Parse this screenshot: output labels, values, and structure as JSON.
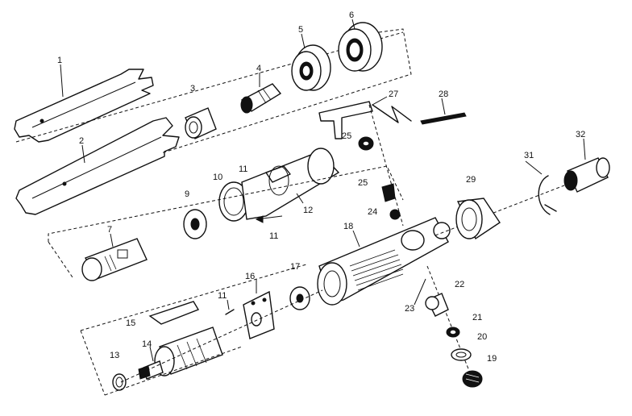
{
  "parts": [
    {
      "key": "p1",
      "label": "1"
    },
    {
      "key": "p2",
      "label": "2"
    },
    {
      "key": "p3",
      "label": "3"
    },
    {
      "key": "p4",
      "label": "4"
    },
    {
      "key": "p5",
      "label": "5"
    },
    {
      "key": "p6",
      "label": "6"
    },
    {
      "key": "p7",
      "label": "7"
    },
    {
      "key": "p9",
      "label": "9"
    },
    {
      "key": "p10",
      "label": "10"
    },
    {
      "key": "p11a",
      "label": "11"
    },
    {
      "key": "p11b",
      "label": "11"
    },
    {
      "key": "p11c",
      "label": "11"
    },
    {
      "key": "p12",
      "label": "12"
    },
    {
      "key": "p13",
      "label": "13"
    },
    {
      "key": "p14",
      "label": "14"
    },
    {
      "key": "p15",
      "label": "15"
    },
    {
      "key": "p16",
      "label": "16"
    },
    {
      "key": "p17",
      "label": "17"
    },
    {
      "key": "p18",
      "label": "18"
    },
    {
      "key": "p19",
      "label": "19"
    },
    {
      "key": "p20",
      "label": "20"
    },
    {
      "key": "p21",
      "label": "21"
    },
    {
      "key": "p22",
      "label": "22"
    },
    {
      "key": "p23",
      "label": "23"
    },
    {
      "key": "p24",
      "label": "24"
    },
    {
      "key": "p25a",
      "label": "25"
    },
    {
      "key": "p25b",
      "label": "25"
    },
    {
      "key": "p27",
      "label": "27"
    },
    {
      "key": "p28",
      "label": "28"
    },
    {
      "key": "p29",
      "label": "29"
    },
    {
      "key": "p31",
      "label": "31"
    },
    {
      "key": "p32",
      "label": "32"
    }
  ]
}
